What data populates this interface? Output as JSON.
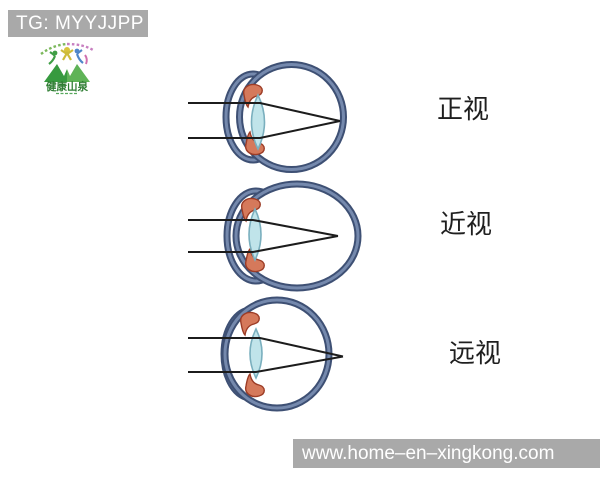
{
  "colors": {
    "bar_gray": "#a9a9a9",
    "bar_text": "#ffffff",
    "sclera_dark": "#3e5074",
    "sclera_light": "#7589ad",
    "lens_fill": "#c0e4ea",
    "lens_stroke": "#7aafbe",
    "ciliary_fill": "#d5795b",
    "ciliary_stroke": "#9c3c26",
    "ray_color": "#1c1c1c",
    "label_color": "#1f1f1f",
    "logo_green": "#379a3f",
    "logo_text_green": "#2e7d32"
  },
  "header": {
    "tag_label": "TG: MYYJJPP"
  },
  "logo": {
    "brand_text": "健康山泉"
  },
  "diagram": {
    "rows": [
      {
        "label": "正视",
        "condition": "emmetropia-normal-vision",
        "focus_point": "on-retina"
      },
      {
        "label": "近视",
        "condition": "myopia-nearsighted",
        "focus_point": "in-front-of-retina"
      },
      {
        "label": "远视",
        "condition": "hyperopia-farsighted",
        "focus_point": "behind-retina"
      }
    ]
  },
  "watermark": {
    "url_text": "www.home–en–xingkong.com"
  }
}
